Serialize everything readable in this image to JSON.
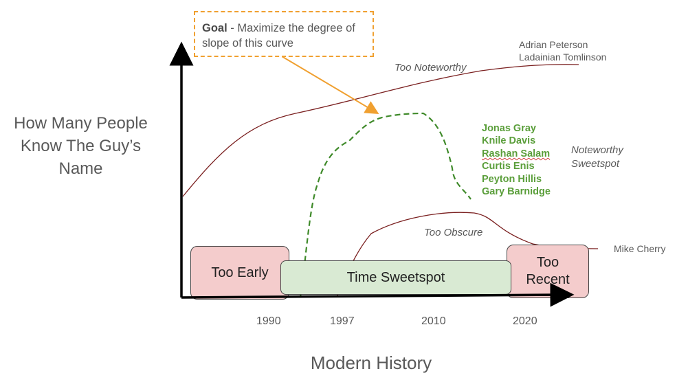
{
  "axes": {
    "y_label": "How Many People Know The Guy’s Name",
    "x_label": "Modern History",
    "x_ticks": [
      "1990",
      "1997",
      "2010",
      "2020"
    ]
  },
  "goal": {
    "bold": "Goal",
    "text": " - Maximize the degree of slope of this curve"
  },
  "curve_labels": {
    "too_noteworthy": "Too Noteworthy",
    "too_obscure": "Too Obscure",
    "noteworthy_sweetspot_line1": "Noteworthy",
    "noteworthy_sweetspot_line2": "Sweetspot"
  },
  "names": {
    "top_1": "Adrian Peterson",
    "top_2": "Ladainian Tomlinson",
    "bottom": "Mike Cherry"
  },
  "players": [
    "Jonas Gray",
    "Knile Davis",
    "Rashan Salam",
    "Curtis Enis",
    "Peyton Hillis",
    "Gary Barnidge"
  ],
  "boxes": {
    "too_early": "Too Early",
    "time_sweetspot": "Time Sweetspot",
    "too_recent_line1": "Too",
    "too_recent_line2": "Recent"
  },
  "colors": {
    "curve": "#7a1f1f",
    "dashed_curve": "#3f8a2a",
    "goal_border": "#f0a030",
    "player_text": "#5a9e3a",
    "box_red": "#f4cccc",
    "box_green": "#d9ead3"
  }
}
